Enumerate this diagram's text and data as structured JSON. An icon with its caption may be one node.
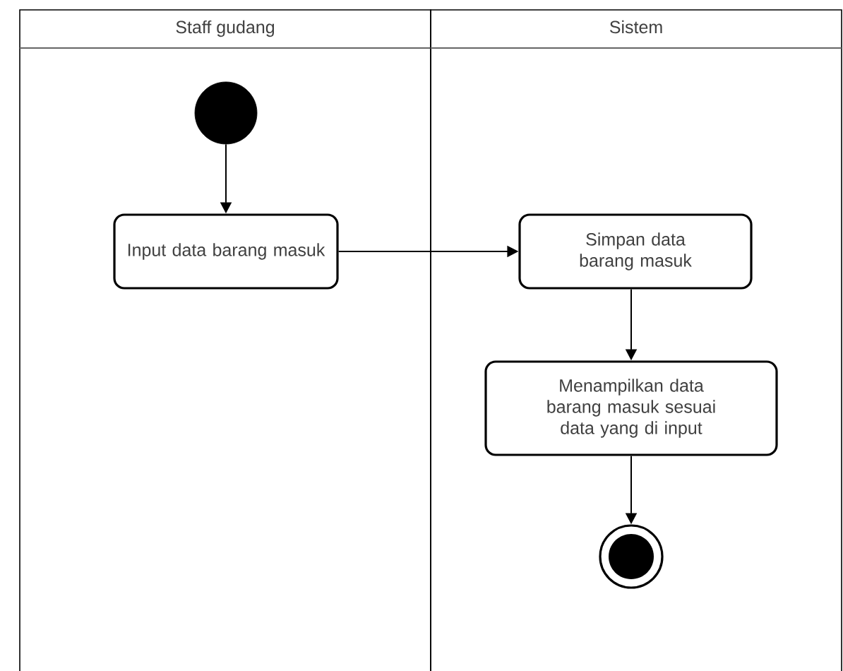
{
  "diagram": {
    "nodes": [
      {
        "text": [
          "Staff gudang"
        ]
      },
      {
        "text": [
          "Sistem"
        ]
      },
      {
        "text": [],
        "shape": "circle",
        "in": 0
      },
      {
        "text": [
          "Input data barang masuk"
        ],
        "in": 0
      },
      {
        "text": [
          "Simpan data barang masuk"
        ],
        "in": 1
      },
      {
        "text": [
          "Menampilkan data barang masuk sesuai data yang di input"
        ],
        "in": 1
      },
      {
        "text": [],
        "shape": "bullseye",
        "in": 1
      }
    ],
    "edges": [
      {
        "from": 2,
        "to": 3,
        "arrow": "to"
      },
      {
        "from": 3,
        "to": 4,
        "arrow": "to"
      },
      {
        "from": 4,
        "to": 5,
        "arrow": "to"
      },
      {
        "from": 5,
        "to": 6,
        "arrow": "to"
      }
    ]
  }
}
